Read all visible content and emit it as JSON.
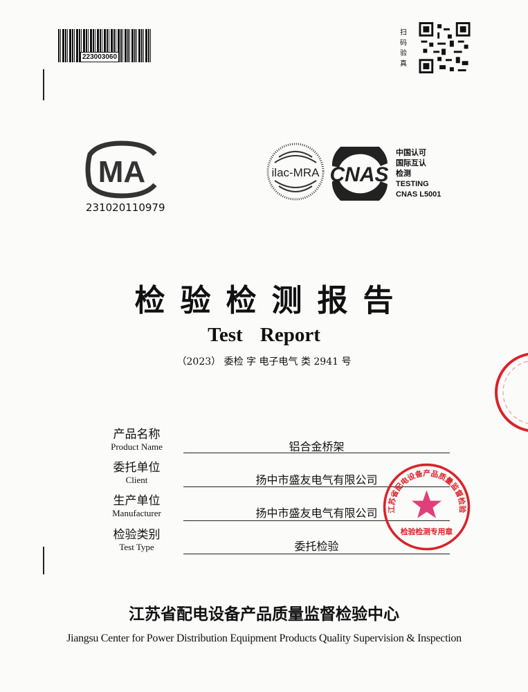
{
  "header": {
    "barcode_number": "223003060",
    "qr_caption": "扫码验真"
  },
  "accreditation": {
    "cma_logo_text": "MA",
    "cma_number": "231020110979",
    "ilac_logo_text": "ilac-MRA",
    "cnas_logo_text": "CNAS",
    "cnas_lines": [
      "中国认可",
      "国际互认",
      "检测",
      "TESTING",
      "CNAS L5001"
    ]
  },
  "title": {
    "chinese": "检验检测报告",
    "english": "Test Report",
    "report_number": "（2023） 委检 字 电子电气 类 2941 号"
  },
  "fields": [
    {
      "label_cn": "产品名称",
      "label_en": "Product Name",
      "value": "铝合金桥架"
    },
    {
      "label_cn": "委托单位",
      "label_en": "Client",
      "value": "扬中市盛友电气有限公司"
    },
    {
      "label_cn": "生产单位",
      "label_en": "Manufacturer",
      "value": "扬中市盛友电气有限公司"
    },
    {
      "label_cn": "检验类别",
      "label_en": "Test Type",
      "value": "委托检验"
    }
  ],
  "stamp": {
    "text": "江苏省配电设备产品质量监督检验中心",
    "bottom_text": "检验检测专用章",
    "color": "#d8232a"
  },
  "footer": {
    "chinese": "江苏省配电设备产品质量监督检验中心",
    "english": "Jiangsu Center for Power Distribution Equipment Products Quality Supervision & Inspection"
  }
}
